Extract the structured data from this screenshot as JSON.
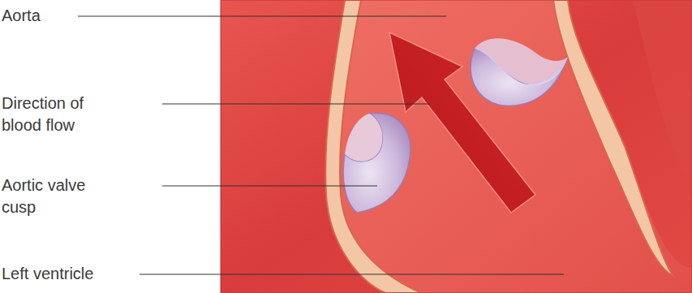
{
  "diagram": {
    "labels": [
      "Aorta",
      "Direction of blood flow",
      "Aortic valve cusp",
      "Left ventricle"
    ]
  }
}
